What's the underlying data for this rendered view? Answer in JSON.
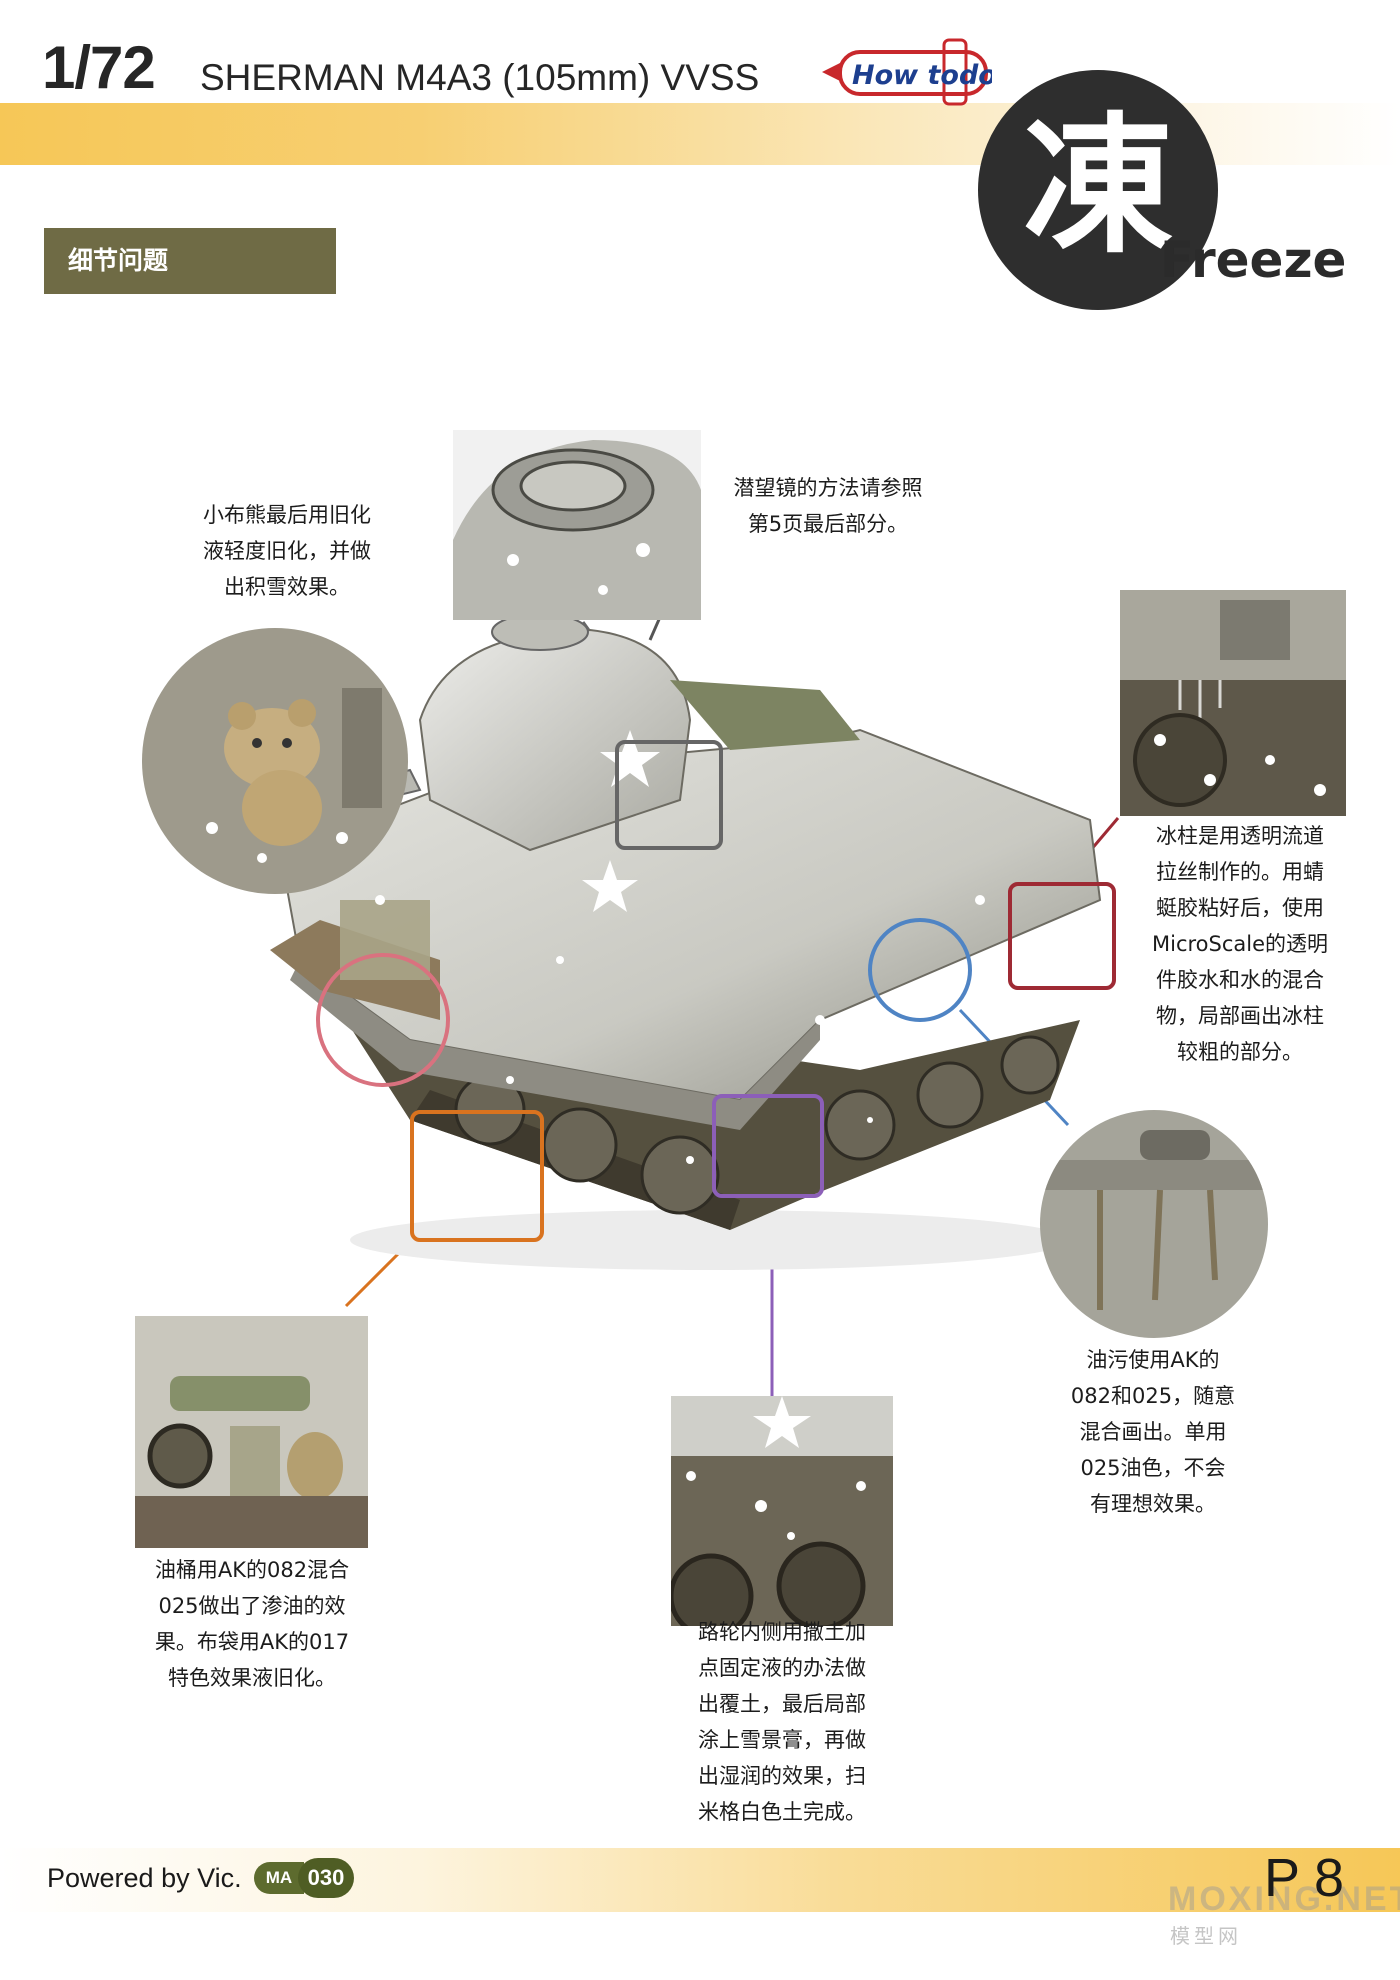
{
  "header": {
    "scale": "1/72",
    "model_title": "SHERMAN M4A3 (105mm) VVSS",
    "logo_text": "How todo"
  },
  "seal": {
    "character": "凍",
    "word": "Freeze"
  },
  "section": {
    "title": "细节问题"
  },
  "notes": {
    "teddy_bear": [
      "小布熊最后用旧化",
      "液轻度旧化，并做",
      "出积雪效果。"
    ],
    "periscope": [
      "潜望镜的方法请参照",
      "第5页最后部分。"
    ],
    "icicles": [
      "冰柱是用透明流道",
      "拉丝制作的。用蜻",
      "蜓胶粘好后，使用",
      "MicroScale的透明",
      "件胶水和水的混合",
      "物，局部画出冰柱",
      "较粗的部分。"
    ],
    "oil_stains": [
      "油污使用AK的",
      "082和025，随意",
      "混合画出。单用",
      "025油色，不会",
      "有理想效果。"
    ],
    "drums": [
      "油桶用AK的082混合",
      "025做出了渗油的效",
      "果。布袋用AK的017",
      "特色效果液旧化。"
    ],
    "road_wheels": [
      "路轮内侧用撒土加",
      "点固定液的办法做",
      "出覆土，最后局部",
      "涂上雪景膏，再做",
      "出湿润的效果，扫",
      "米格白色土完成。"
    ]
  },
  "colors": {
    "teddy": "#d9727f",
    "periscope": "#666666",
    "icicles": "#9e2a34",
    "oil": "#4f84c4",
    "drums": "#d9731f",
    "wheels": "#8c5fb8"
  },
  "footer": {
    "powered_by": "Powered by Vic.",
    "issue_prefix": "MA",
    "issue_number": "030",
    "page": "P 8",
    "watermark": "MOXING.NET",
    "watermark_sub": "模型网"
  }
}
